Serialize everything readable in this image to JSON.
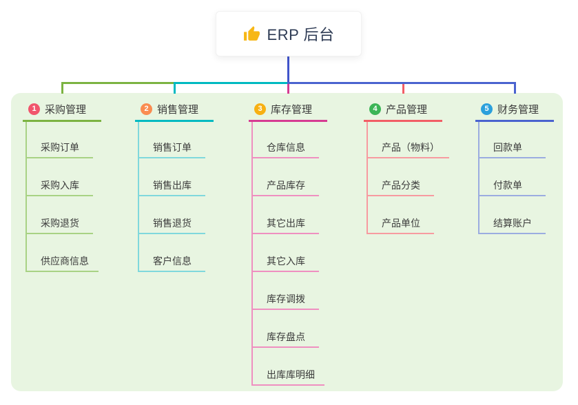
{
  "root": {
    "title": "ERP 后台",
    "icon": "thumbs-up-icon",
    "icon_color": "#f7b716"
  },
  "colors": {
    "trunk": "#4154cb",
    "panel_background": "#e8f5e1",
    "card_background": "#ffffff",
    "root_text": "#2e3b54",
    "branch_text": "#3a3a3a",
    "child_text": "#3b3b3b"
  },
  "branches": [
    {
      "index": "1",
      "label": "采购管理",
      "badge_color": "#f1556c",
      "line_color": "#7cb342",
      "child_line_color": "#a8d284",
      "children": [
        "采购订单",
        "采购入库",
        "采购退货",
        "供应商信息"
      ]
    },
    {
      "index": "2",
      "label": "销售管理",
      "badge_color": "#fa8c51",
      "line_color": "#00bac1",
      "child_line_color": "#7fd8dc",
      "children": [
        "销售订单",
        "销售出库",
        "销售退货",
        "客户信息"
      ]
    },
    {
      "index": "3",
      "label": "库存管理",
      "badge_color": "#f7b013",
      "line_color": "#d63b92",
      "child_line_color": "#ef8fc0",
      "children": [
        "仓库信息",
        "产品库存",
        "其它出库",
        "其它入库",
        "库存调拨",
        "库存盘点",
        "出库库明细"
      ]
    },
    {
      "index": "4",
      "label": "产品管理",
      "badge_color": "#3bb556",
      "line_color": "#f25e66",
      "child_line_color": "#f79aa0",
      "children": [
        "产品（物料）",
        "产品分类",
        "产品单位"
      ]
    },
    {
      "index": "5",
      "label": "财务管理",
      "badge_color": "#2ba0dc",
      "line_color": "#4a63cf",
      "child_line_color": "#9bace0",
      "children": [
        "回款单",
        "付款单",
        "结算账户"
      ]
    }
  ]
}
